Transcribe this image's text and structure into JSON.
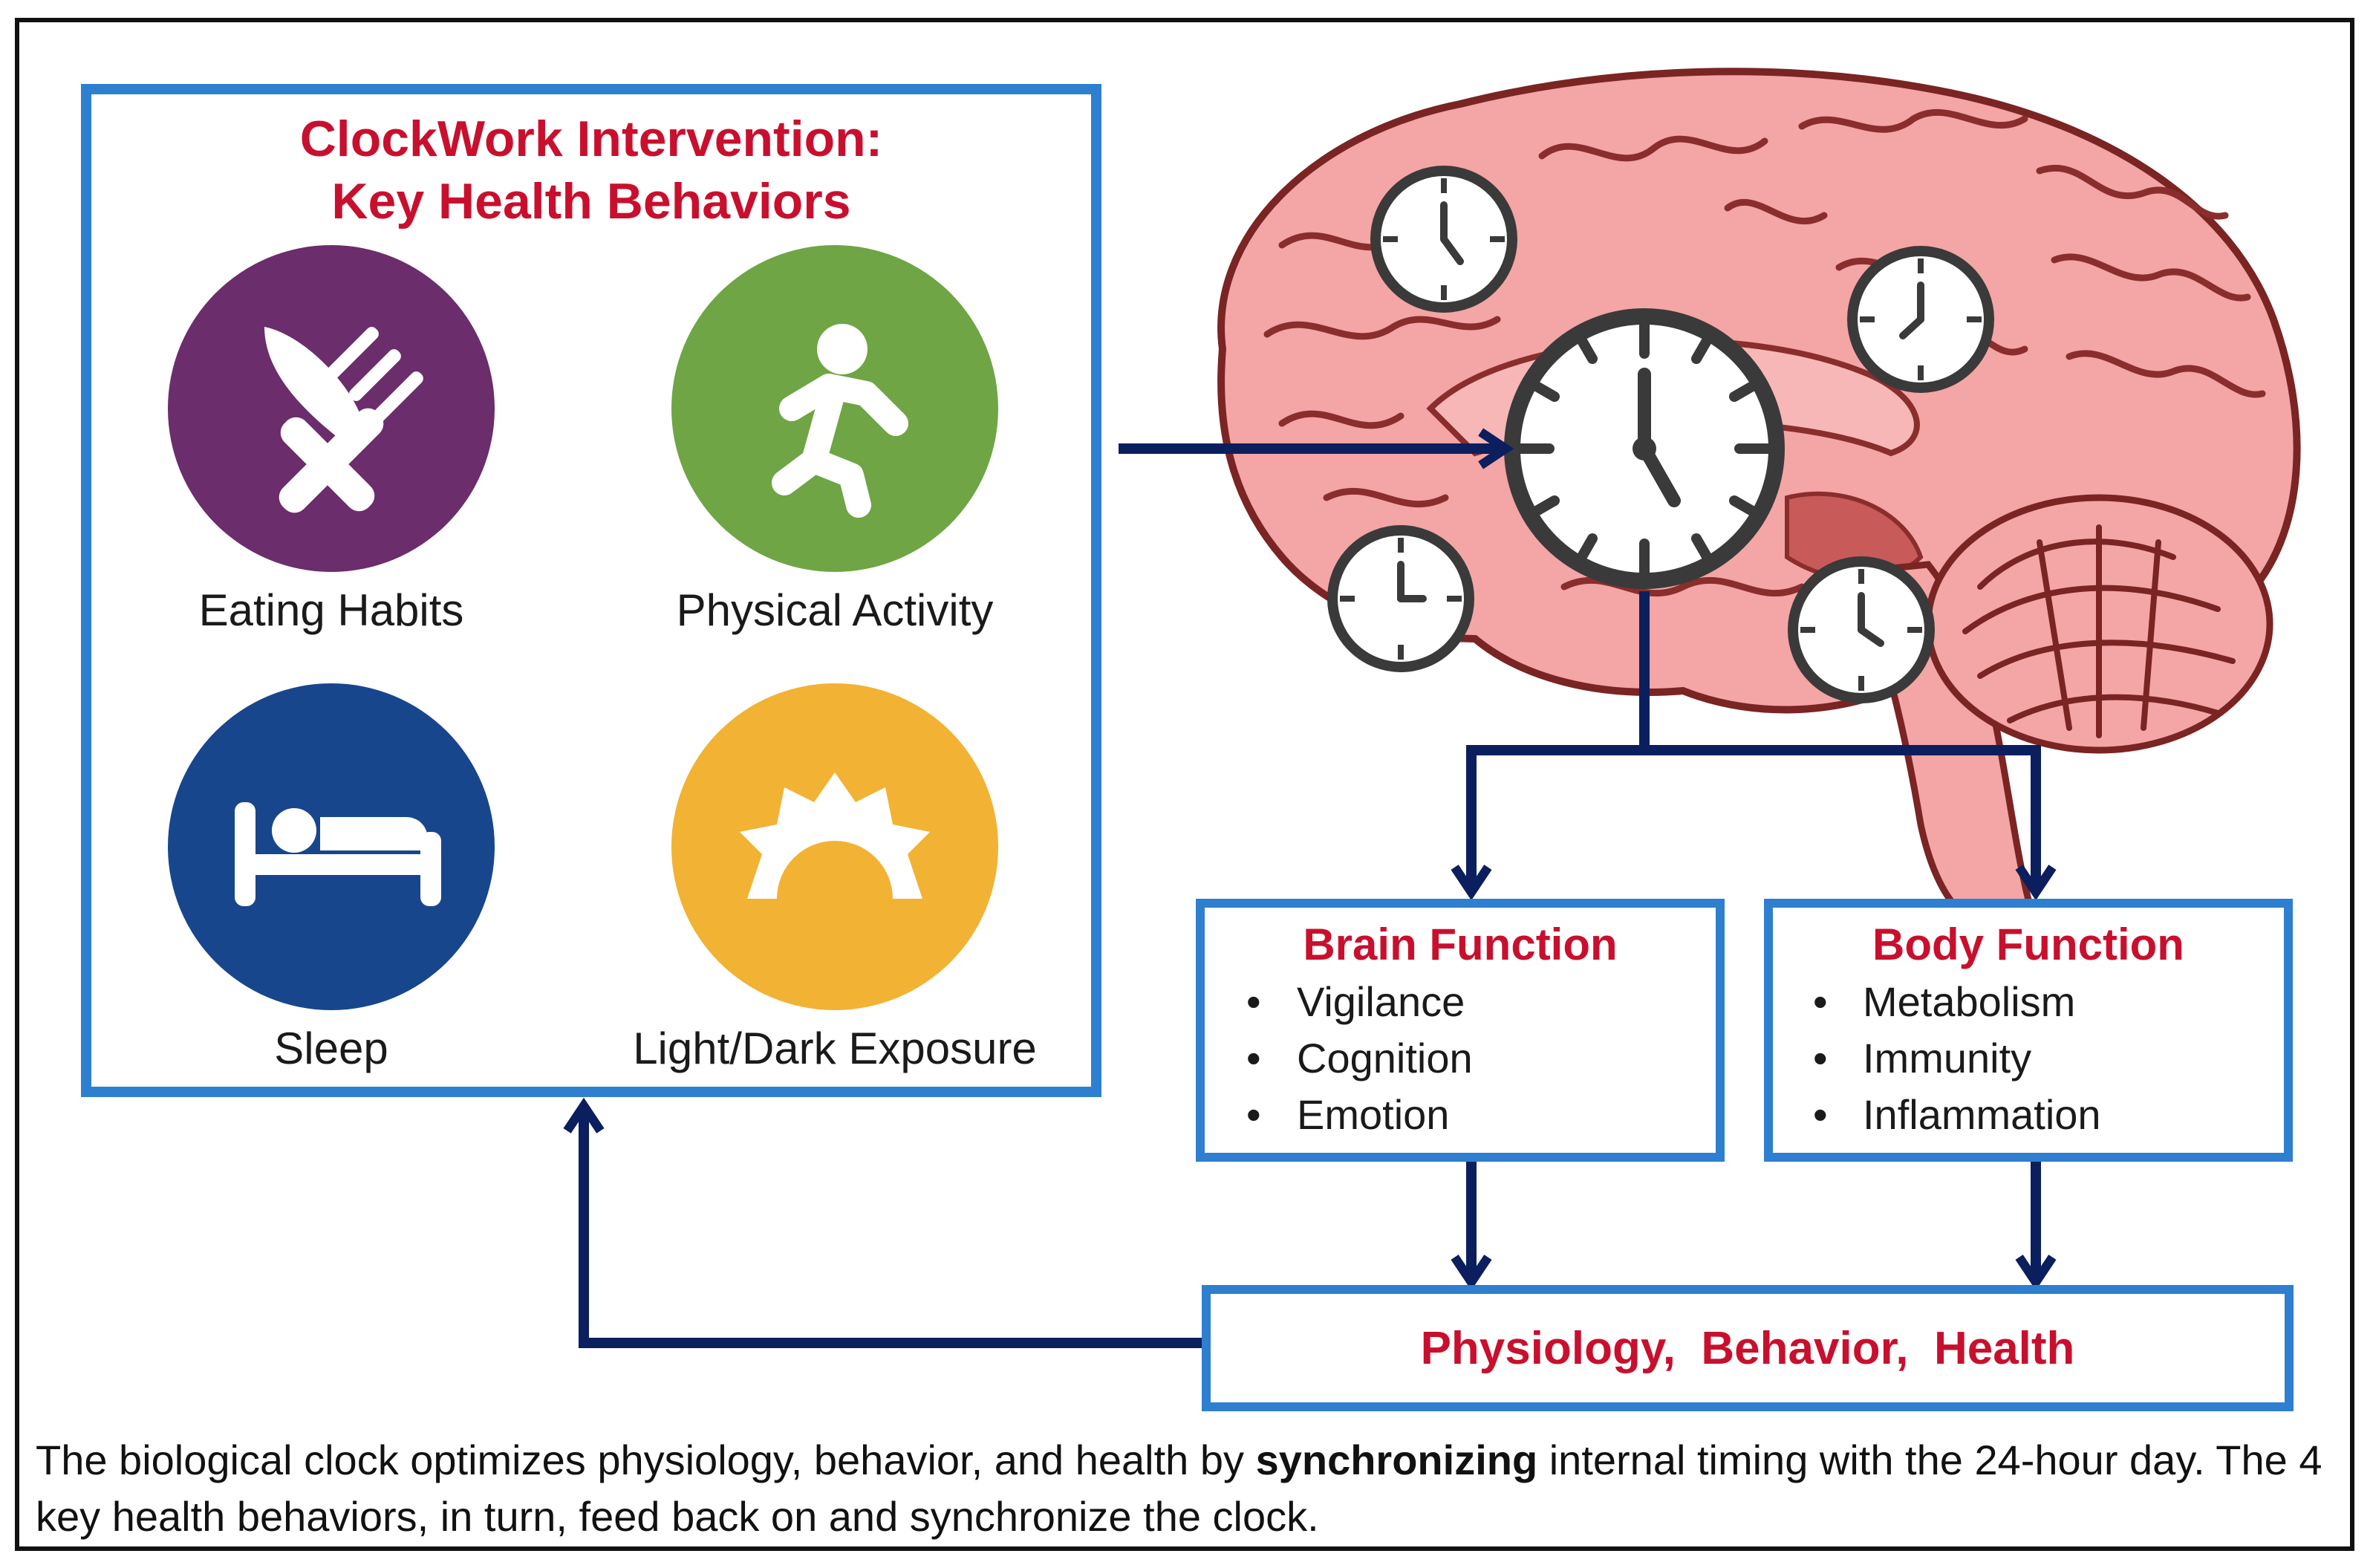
{
  "intervention": {
    "title_line1": "ClockWork Intervention:",
    "title_line2": "Key Health Behaviors",
    "behaviors": [
      {
        "label": "Eating Habits",
        "color": "#6b2d6b",
        "icon": "fork-knife-icon"
      },
      {
        "label": "Physical Activity",
        "color": "#6fa544",
        "icon": "runner-icon"
      },
      {
        "label": "Sleep",
        "color": "#17468c",
        "icon": "bed-icon"
      },
      {
        "label": "Light/Dark Exposure",
        "color": "#f2b233",
        "icon": "sunrise-icon"
      }
    ]
  },
  "brain_function": {
    "title": "Brain Function",
    "items": [
      "Vigilance",
      "Cognition",
      "Emotion"
    ]
  },
  "body_function": {
    "title": "Body Function",
    "items": [
      "Metabolism",
      "Immunity",
      "Inflammation"
    ]
  },
  "outcome": {
    "label": "Physiology,  Behavior,  Health"
  },
  "caption": {
    "part1": "The biological clock optimizes physiology, behavior, and health by ",
    "bold": "synchronizing",
    "part2": " internal timing with the 24-hour day. The 4 key health behaviors, in turn, feed back on and synchronize the clock."
  },
  "colors": {
    "box_border": "#2e7fd0",
    "arrow": "#0b1f5e",
    "title_red": "#c8102e",
    "brain": "#f4a5a5",
    "brain_outline": "#8a2d2d"
  }
}
